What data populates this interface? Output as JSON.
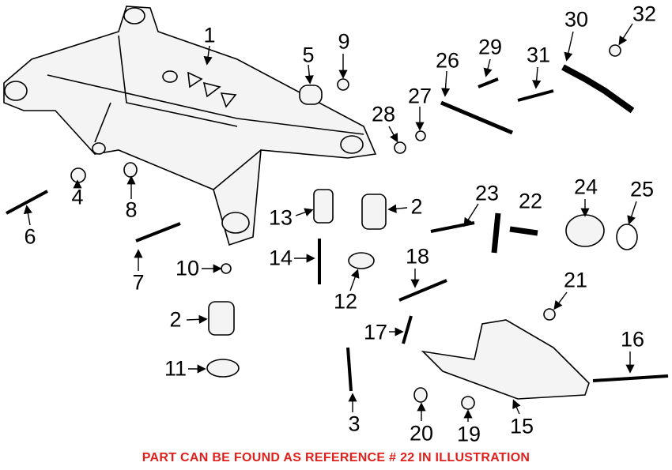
{
  "diagram": {
    "callouts": [
      "1",
      "5",
      "9",
      "26",
      "29",
      "31",
      "30",
      "32",
      "28",
      "27",
      "4",
      "8",
      "6",
      "13",
      "2",
      "23",
      "22",
      "24",
      "25",
      "7",
      "10",
      "14",
      "18",
      "12",
      "21",
      "2",
      "17",
      "16",
      "11",
      "3",
      "20",
      "19",
      "15"
    ],
    "note": "PART CAN BE FOUND AS REFERENCE # 22 IN ILLUSTRATION",
    "note_color": "#e0201b"
  }
}
